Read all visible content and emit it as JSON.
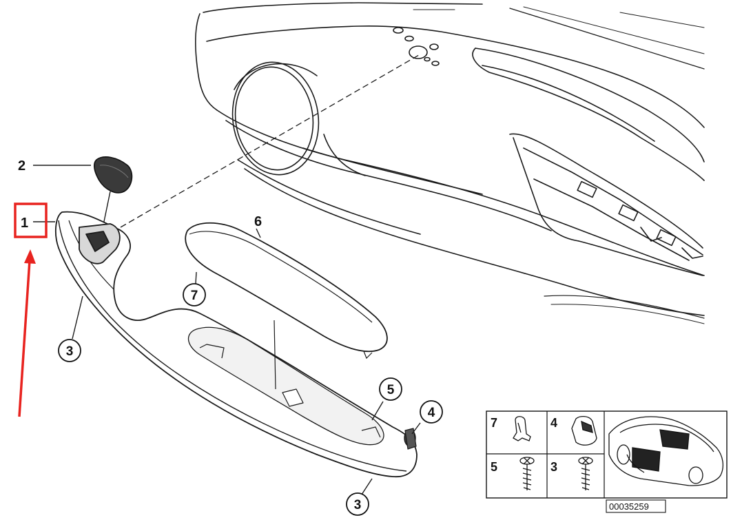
{
  "callouts": {
    "part_1": "1",
    "part_2": "2",
    "part_3_upper": "3",
    "part_3_lower": "3",
    "part_4": "4",
    "part_5": "5",
    "part_6": "6",
    "part_7": "7"
  },
  "inset": {
    "cells": [
      {
        "number": "7",
        "icon": "clip-icon"
      },
      {
        "number": "4",
        "icon": "cap-icon"
      },
      {
        "number": "5",
        "icon": "screw-icon"
      },
      {
        "number": "3",
        "icon": "screw-icon"
      }
    ],
    "vehicle_icon": "car-door-location-icon",
    "reference_code": "00035259"
  },
  "highlight": {
    "color": "#e8231f",
    "target": "part_1"
  },
  "colors": {
    "line": "#1a1a1a",
    "shade": "#1a1a1a",
    "highlight": "#e8231f"
  }
}
